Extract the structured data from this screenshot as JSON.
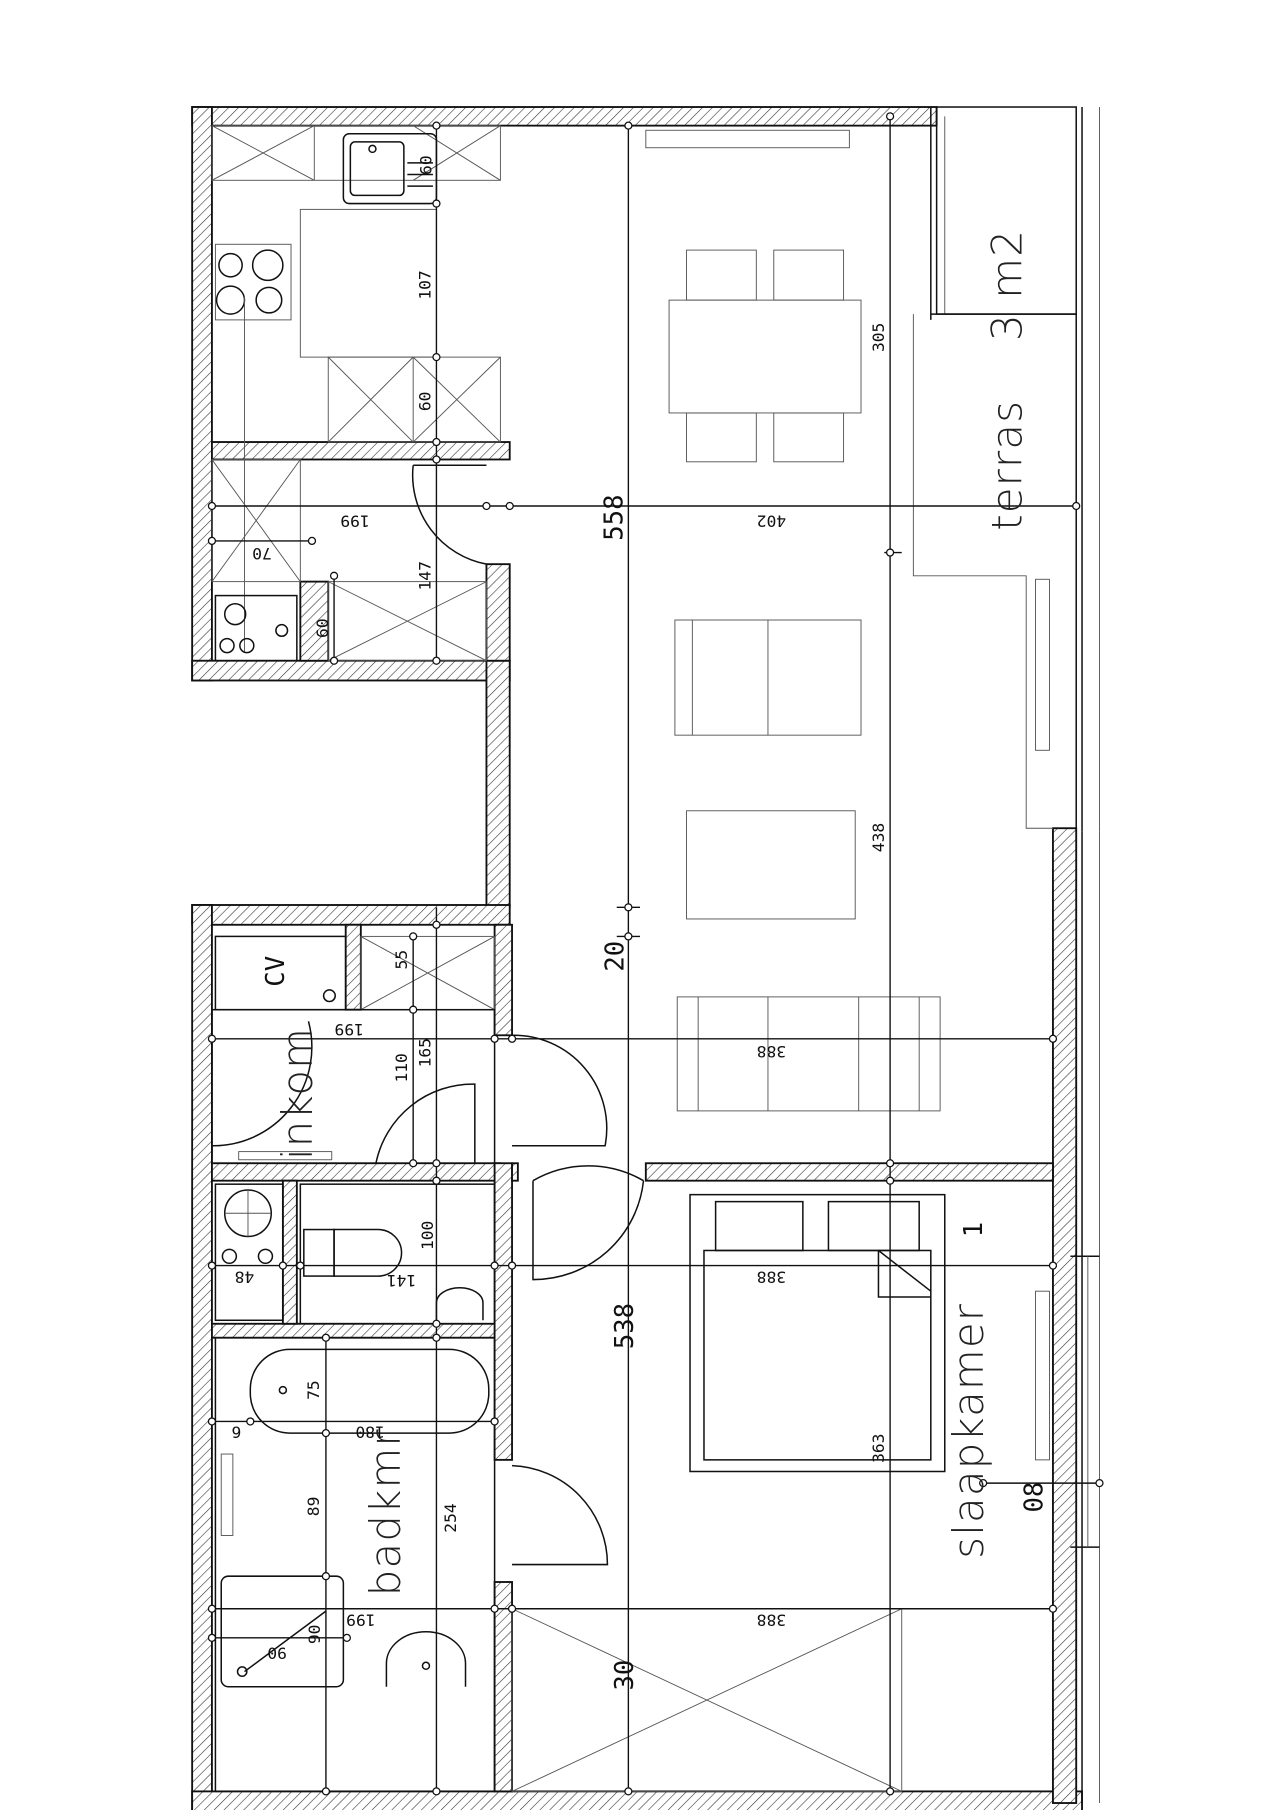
{
  "rooms": {
    "terrace": "terras",
    "terrace_area": "3 m2",
    "entrance": "inkom",
    "bathroom": "badkmr",
    "bedroom": "slaapkamer",
    "boiler": "CV"
  },
  "dimensions": {
    "sink_width": "60",
    "kitchen_gap": "107",
    "kitchen_lower": "60",
    "living_total_depth": "558",
    "living_width_top": "305",
    "living_cross": "402",
    "storage_width": "199",
    "storage_shelf": "70",
    "storage_length": "147",
    "storage_unit": "60",
    "wall_offset": "20",
    "living_width_bottom": "438",
    "closet_depth": "55",
    "hall_width": "199",
    "hall_110": "110",
    "hall_165": "165",
    "living_sofa_line": "388",
    "utility_48": "48",
    "wc_141": "141",
    "wc_100": "100",
    "bedroom_cross": "388",
    "bedroom_depth": "538",
    "bedroom_marker": "1",
    "bath_75": "75",
    "bath_length": "180",
    "bath_6": "6",
    "bath_89": "89",
    "bath_254": "254",
    "bedroom_363": "363",
    "window_80": "08",
    "bath_width": "199",
    "shower_90a": "90",
    "shower_90b": "90",
    "wardrobe_388": "388",
    "bottom_30": "30"
  }
}
